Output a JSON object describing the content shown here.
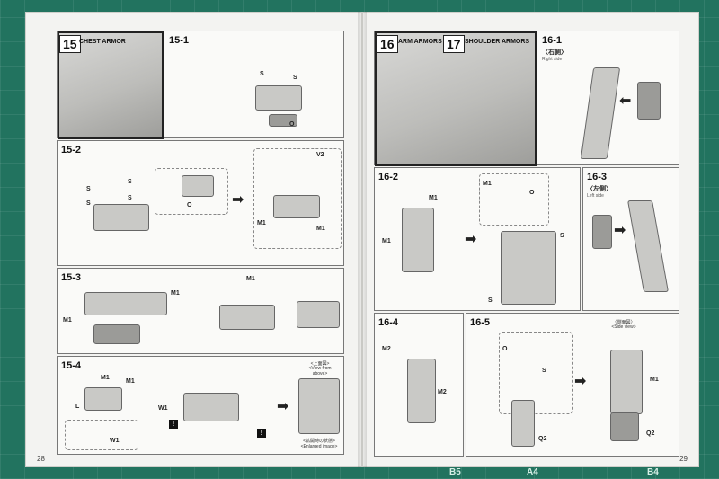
{
  "left_page": {
    "page_number": "28",
    "sec15": {
      "number": "15",
      "title": "CHEST ARMOR"
    },
    "step_15_1": {
      "label": "15-1",
      "labels": [
        "S",
        "S",
        "O"
      ]
    },
    "step_15_2": {
      "label": "15-2",
      "labels": [
        "S",
        "S",
        "S",
        "S",
        "O",
        "V2",
        "M1",
        "M1"
      ]
    },
    "step_15_3": {
      "label": "15-3",
      "labels": [
        "M1",
        "M1",
        "M1"
      ]
    },
    "step_15_4": {
      "label": "15-4",
      "labels": [
        "M1",
        "M1",
        "L",
        "W1",
        "W1"
      ],
      "captions": [
        "<上面図>",
        "<View from above>",
        "<拡開時の状態>",
        "<Enlarged image>"
      ]
    }
  },
  "right_page": {
    "page_number": "29",
    "sec16": {
      "number": "16",
      "title": "ARM ARMORS"
    },
    "sec17": {
      "number": "17",
      "title": "SHOULDER ARMORS"
    },
    "step_16_1": {
      "label": "16-1",
      "side_jp": "〈右側〉",
      "side_en": "Right side"
    },
    "step_16_2": {
      "label": "16-2",
      "labels": [
        "M1",
        "M1",
        "M1",
        "O",
        "S",
        "S"
      ]
    },
    "step_16_3": {
      "label": "16-3",
      "side_jp": "〈左側〉",
      "side_en": "Left side"
    },
    "step_16_4": {
      "label": "16-4",
      "labels": [
        "M2",
        "M2"
      ]
    },
    "step_16_5": {
      "label": "16-5",
      "labels": [
        "O",
        "S",
        "Q2",
        "Q2",
        "M1"
      ],
      "captions": [
        "〈側面図〉",
        "<Side view>"
      ]
    }
  },
  "ruler": {
    "marks": [
      "B5",
      "A4",
      "B4"
    ]
  }
}
